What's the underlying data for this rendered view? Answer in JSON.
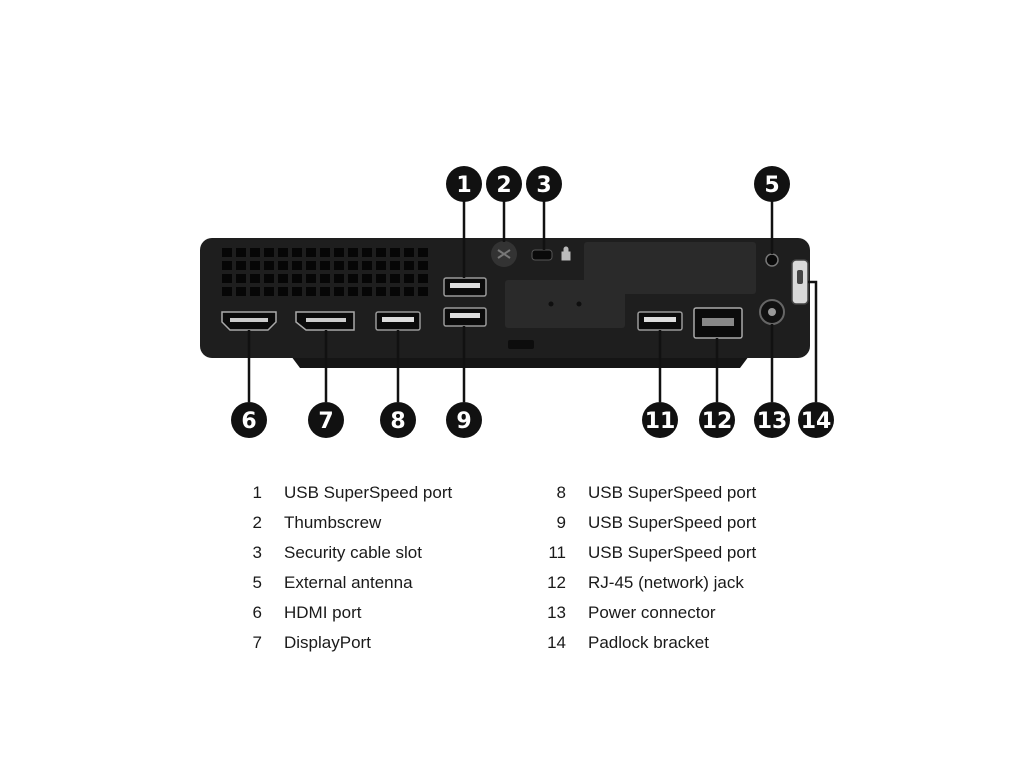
{
  "callouts_top": [
    "1",
    "2",
    "3",
    "5"
  ],
  "callouts_bottom": [
    "6",
    "7",
    "8",
    "9",
    "11",
    "12",
    "13",
    "14"
  ],
  "legend_left": [
    {
      "num": "1",
      "label": "USB SuperSpeed port"
    },
    {
      "num": "2",
      "label": "Thumbscrew"
    },
    {
      "num": "3",
      "label": "Security cable slot"
    },
    {
      "num": "5",
      "label": "External antenna"
    },
    {
      "num": "6",
      "label": "HDMI port"
    },
    {
      "num": "7",
      "label": "DisplayPort"
    }
  ],
  "legend_right": [
    {
      "num": "8",
      "label": "USB SuperSpeed port"
    },
    {
      "num": "9",
      "label": "USB SuperSpeed port"
    },
    {
      "num": "11",
      "label": "USB SuperSpeed port"
    },
    {
      "num": "12",
      "label": "RJ-45 (network) jack"
    },
    {
      "num": "13",
      "label": "Power connector"
    },
    {
      "num": "14",
      "label": "Padlock bracket"
    }
  ],
  "colors": {
    "chassis": "#1e1e1e",
    "port": "#2a2a2a",
    "callout": "#111111"
  }
}
